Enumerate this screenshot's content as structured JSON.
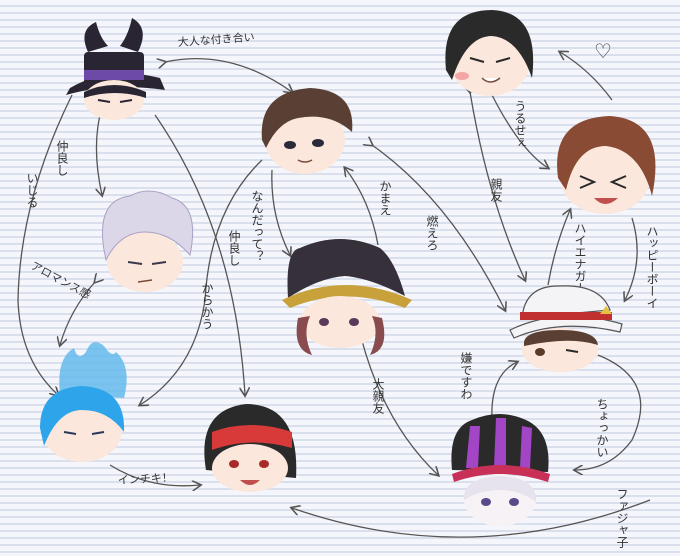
{
  "labels": {
    "otona": "大人な付き合い",
    "nakayoshi_left": "仲良し",
    "ijiru": "いじる",
    "romance": "アロマンス感",
    "nandatte": "なんだって？",
    "nakayoshi_mid": "仲良し",
    "karakau": "からかう",
    "kamae": "かまえ",
    "moero": "燃えろ",
    "shinyu": "親友",
    "urusai": "うるせぇ",
    "heartmark": "♡",
    "happy_boy": "ハッピーボーイ",
    "hyena_girl": "ハイエナガール",
    "daishinyu": "大親友",
    "iya_desuwa": "嫌ですわ",
    "chokkai": "ちょっかい",
    "inchiki": "インチキ！",
    "fa_ja_ko": "ファジャ子"
  }
}
